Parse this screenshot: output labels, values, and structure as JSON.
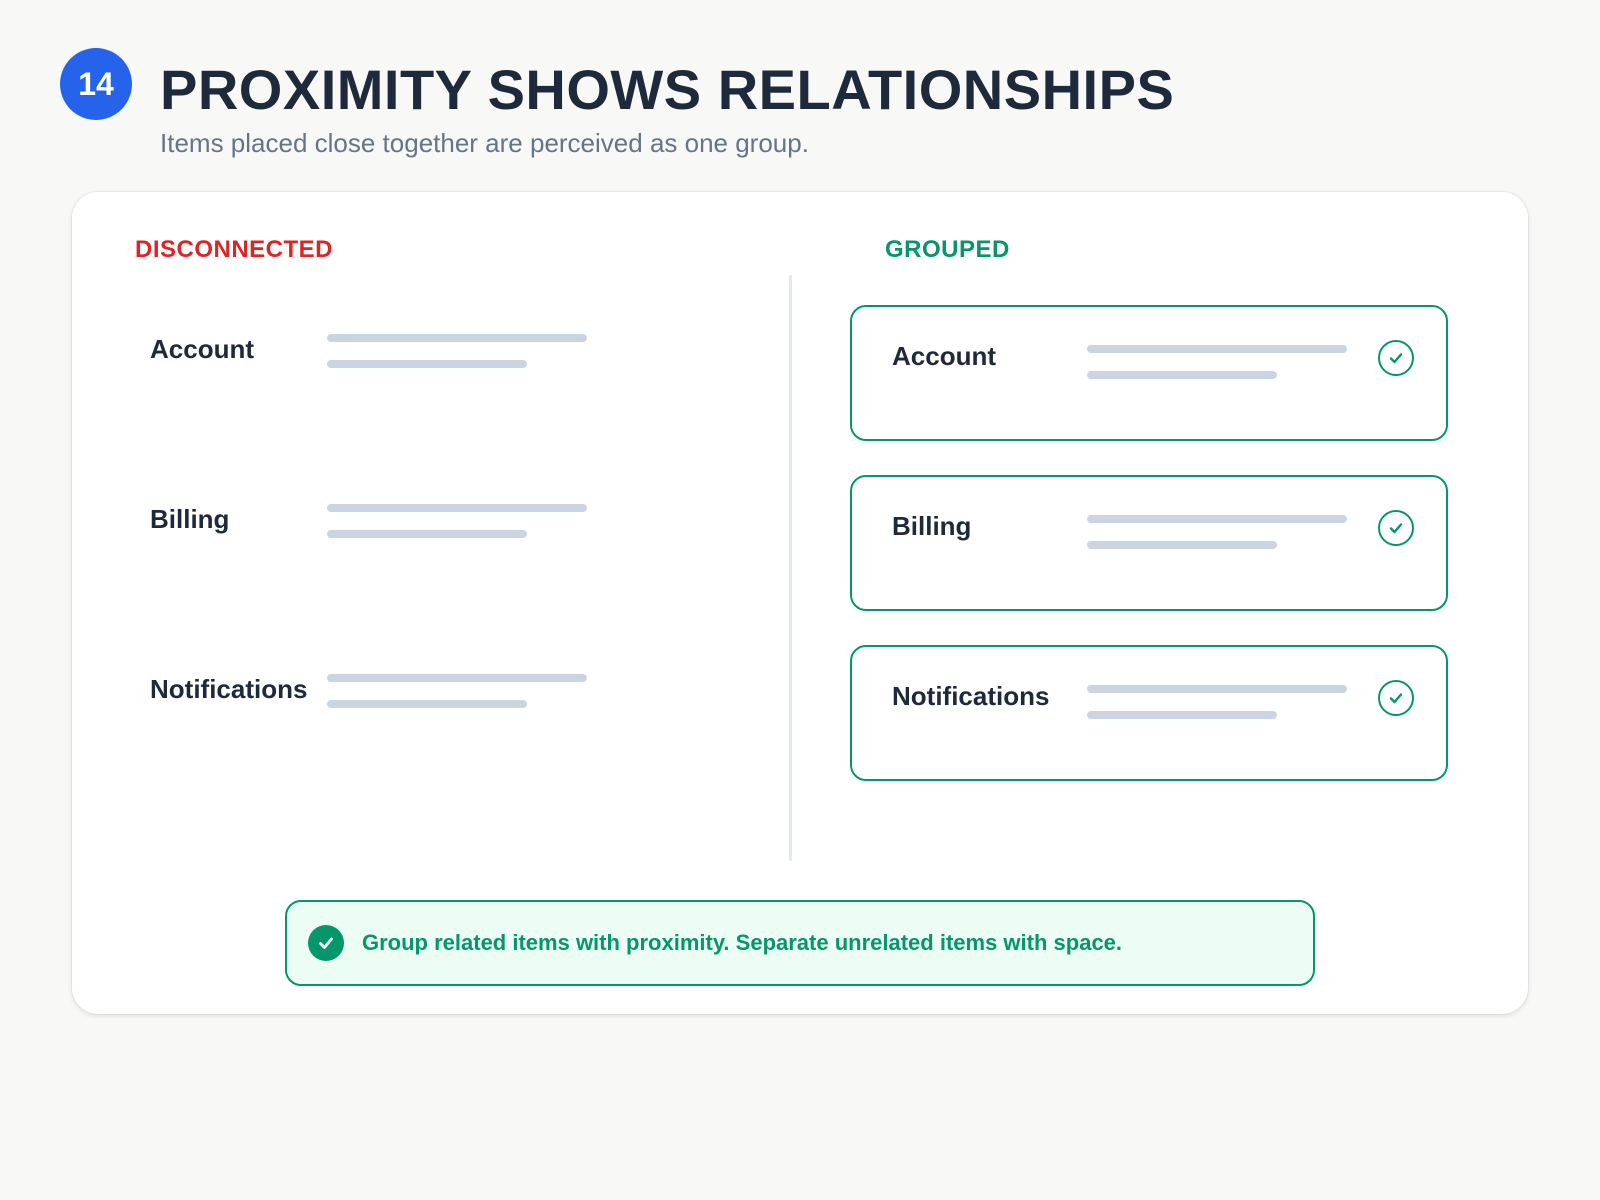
{
  "header": {
    "step_number": "14",
    "title": "PROXIMITY SHOWS RELATIONSHIPS",
    "subtitle": "Items placed close together are perceived as one group."
  },
  "disconnected": {
    "label": "DISCONNECTED",
    "label_color": "#dc2626",
    "items": [
      {
        "name": "Account"
      },
      {
        "name": "Billing"
      },
      {
        "name": "Notifications"
      }
    ]
  },
  "grouped": {
    "label": "GROUPED",
    "label_color": "#059669",
    "items": [
      {
        "name": "Account",
        "icon": "check-circle-icon"
      },
      {
        "name": "Billing",
        "icon": "check-circle-icon"
      },
      {
        "name": "Notifications",
        "icon": "check-circle-icon"
      }
    ]
  },
  "tip": {
    "icon": "check-circle-filled-icon",
    "text": "Group related items with proximity. Separate unrelated items with space."
  },
  "colors": {
    "accent_blue": "#2563eb",
    "success_green": "#059669",
    "error_red": "#dc2626",
    "text_dark": "#1e293b",
    "text_muted": "#64748b",
    "placeholder_bar": "#cbd5e1"
  }
}
